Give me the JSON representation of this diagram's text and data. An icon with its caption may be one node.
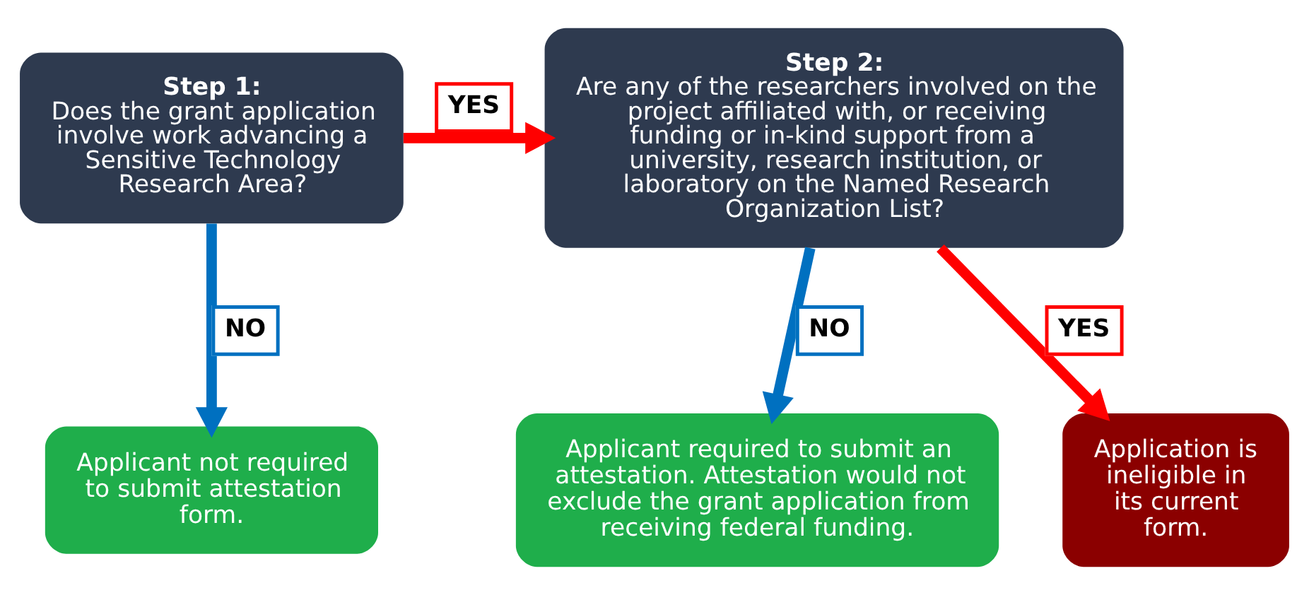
{
  "diagram": {
    "nodes": [
      {
        "text": [
          "Step 1:",
          "Does the grant application involve work advancing a Sensitive Technology Research Area?"
        ]
      },
      {
        "text": [
          "Step 2:",
          "Are any of the researchers involved on the project affiliated with, or receiving funding or in-kind support from a university, research institution, or laboratory on the Named Research Organization List?"
        ]
      },
      {
        "text": [
          "Applicant not required to submit attestation form."
        ]
      },
      {
        "text": [
          "Applicant required to submit an attestation. Attestation would not exclude the grant application from receiving federal funding."
        ]
      },
      {
        "text": [
          "Application is ineligible in its current form."
        ]
      }
    ],
    "edges": [
      {
        "from": 0,
        "to": 1,
        "arrow": "to",
        "label": "YES",
        "color": "#ff0000"
      },
      {
        "from": 0,
        "to": 2,
        "arrow": "to",
        "label": "NO",
        "color": "#0070c0"
      },
      {
        "from": 1,
        "to": 3,
        "arrow": "to",
        "label": "NO",
        "color": "#0070c0"
      },
      {
        "from": 1,
        "to": 4,
        "arrow": "to",
        "label": "YES",
        "color": "#ff0000"
      }
    ]
  }
}
